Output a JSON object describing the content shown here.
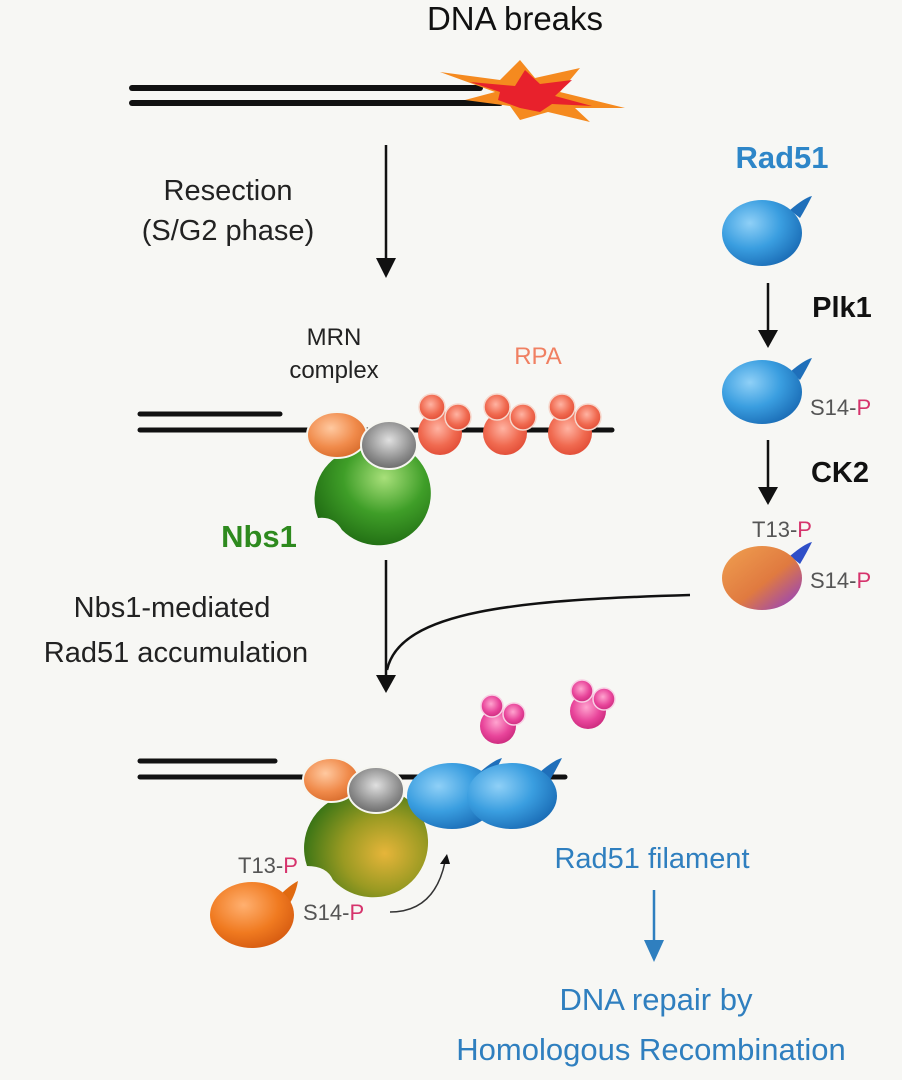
{
  "title": "DNA breaks",
  "steps": {
    "resection_line1": "Resection",
    "resection_line2": "(S/G2 phase)",
    "accum_line1": "Nbs1-mediated",
    "accum_line2": "Rad51 accumulation"
  },
  "labels": {
    "mrn_line1": "MRN",
    "mrn_line2": "complex",
    "rpa": "RPA",
    "nbs1": "Nbs1",
    "rad51": "Rad51",
    "plk1": "Plk1",
    "ck2": "CK2",
    "s14": "S14-",
    "t13": "T13-",
    "p": "P",
    "filament": "Rad51 filament",
    "outcome_line1": "DNA repair by",
    "outcome_line2": "Homologous Recombination"
  },
  "colors": {
    "rad51_blue": "#2e86c8",
    "nbs1_green": "#2e8a1e",
    "rpa_orange": "#f0826a",
    "phospho_pink": "#d6336c",
    "text_blue": "#2f7fbf"
  }
}
